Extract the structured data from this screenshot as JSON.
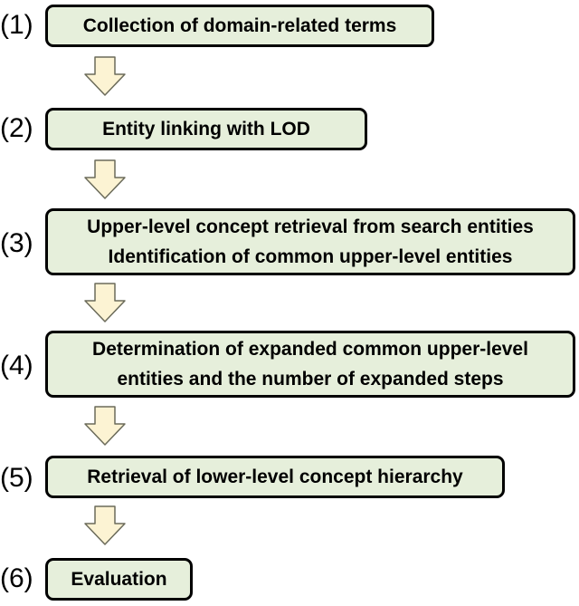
{
  "steps": [
    {
      "number": "(1)",
      "lines": [
        "Collection of domain-related terms"
      ]
    },
    {
      "number": "(2)",
      "lines": [
        "Entity linking with LOD"
      ]
    },
    {
      "number": "(3)",
      "lines": [
        "Upper-level concept retrieval from search entities",
        "Identification of common upper-level entities"
      ]
    },
    {
      "number": "(4)",
      "lines": [
        "Determination of expanded common upper-level",
        "entities and the number of expanded steps"
      ]
    },
    {
      "number": "(5)",
      "lines": [
        "Retrieval of lower-level concept hierarchy"
      ]
    },
    {
      "number": "(6)",
      "lines": [
        "Evaluation"
      ]
    }
  ],
  "colors": {
    "box_fill": "#e6efdb",
    "box_border": "#000000",
    "arrow_fill": "#fcf3d3",
    "arrow_stroke": "#6b6b5a"
  }
}
